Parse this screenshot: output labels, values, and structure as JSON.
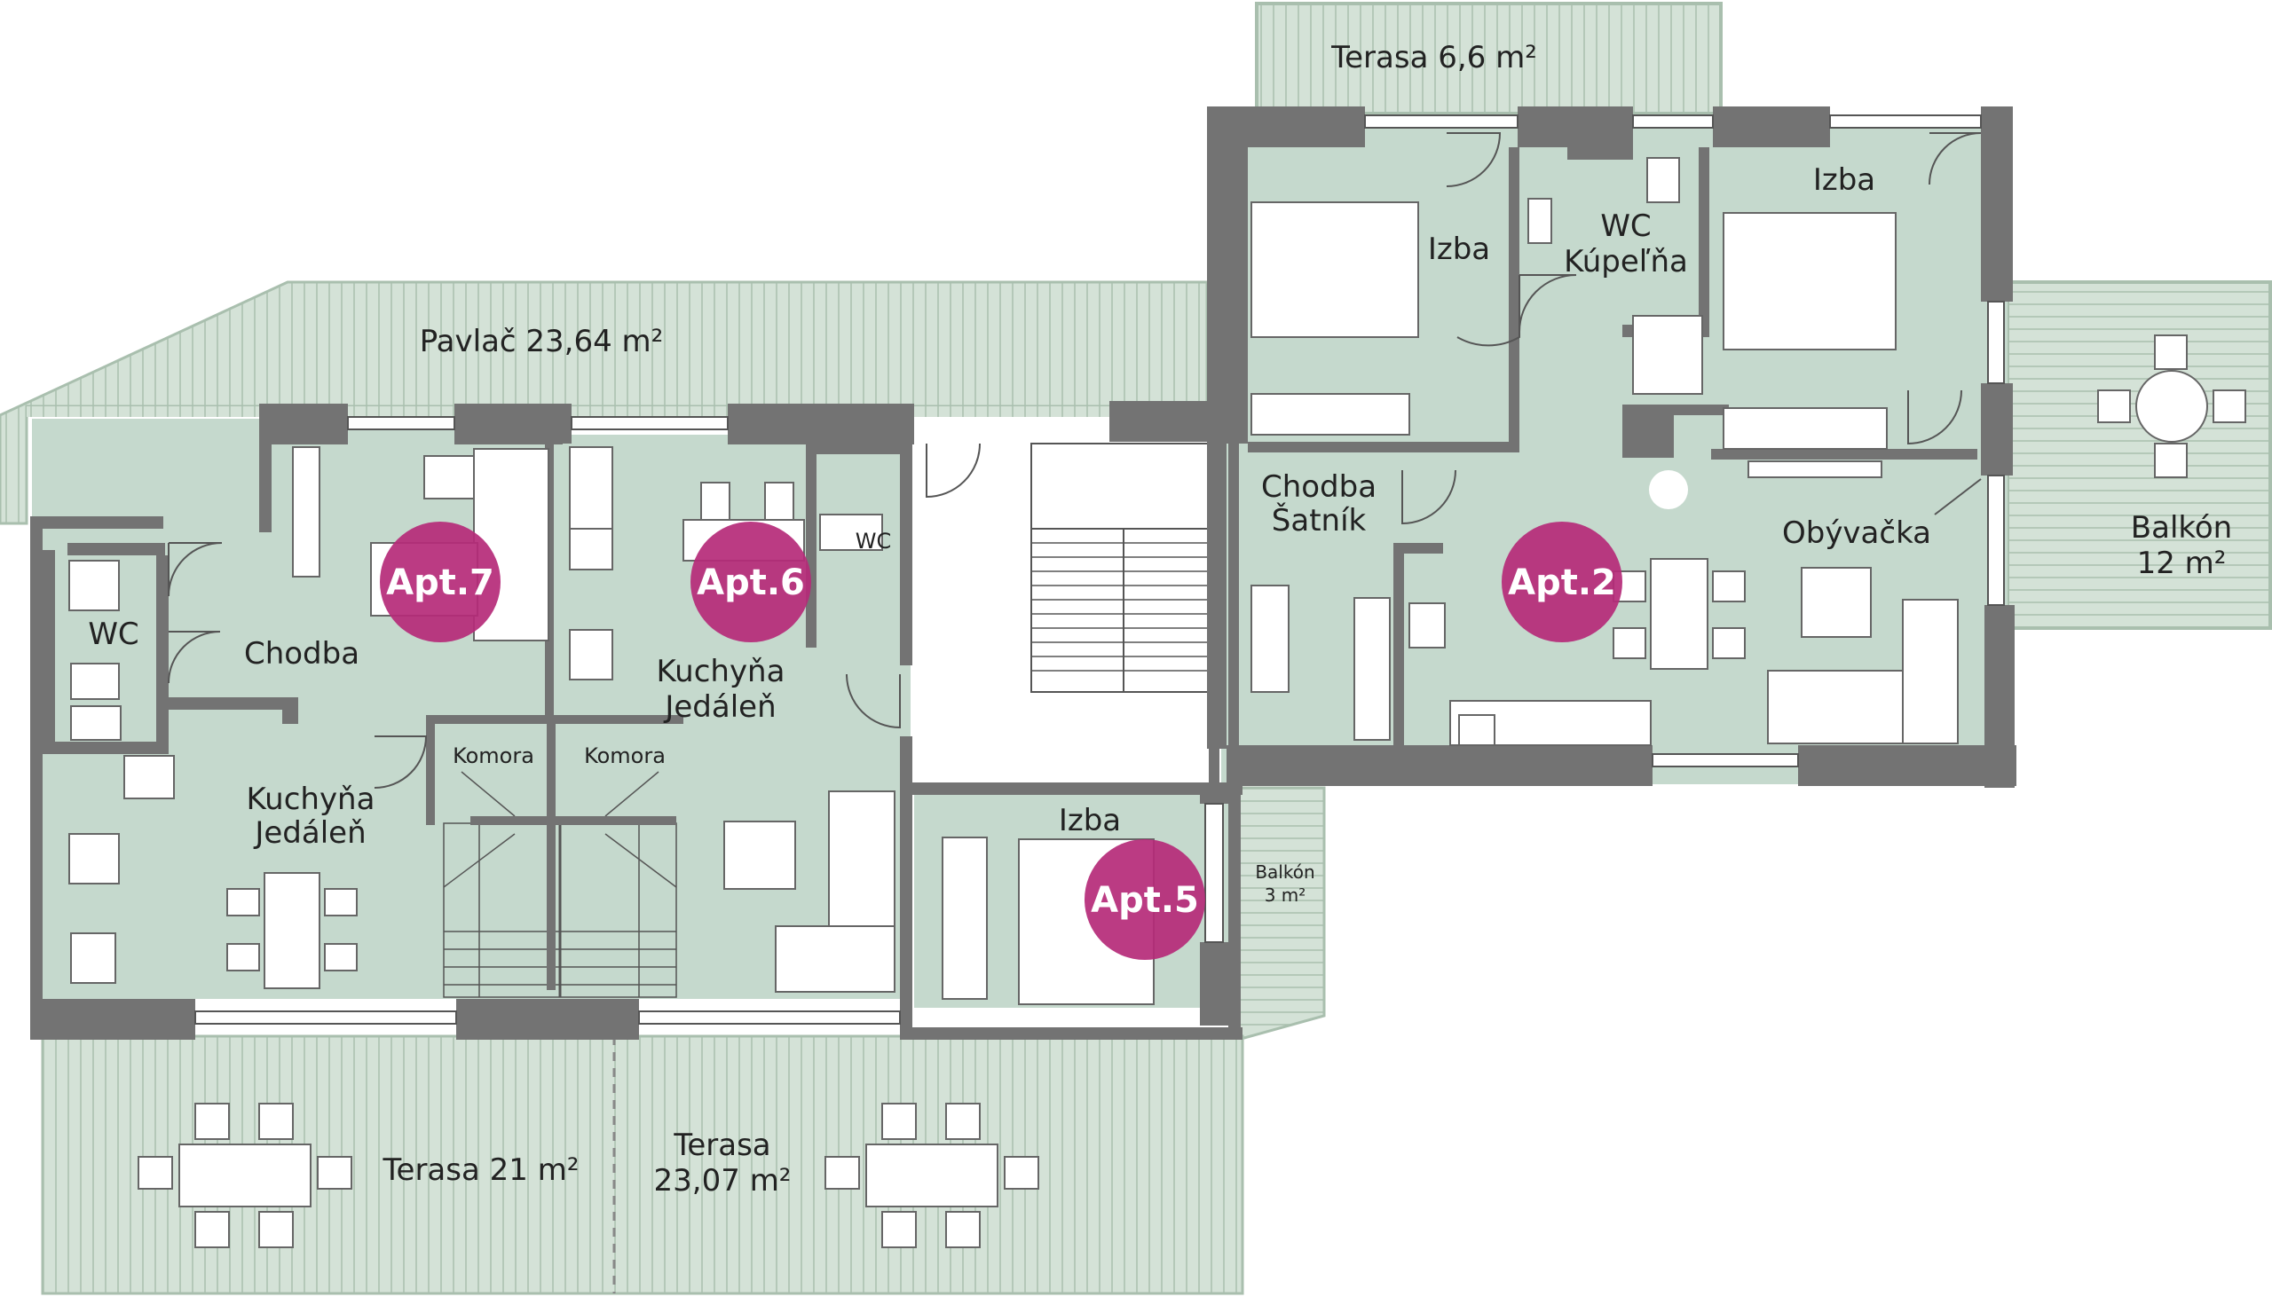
{
  "colors": {
    "floor": "#c5d9cd",
    "wall": "#737373",
    "terrace": "#d4e2d7",
    "terrace_hatch": "#a9bfae",
    "stair_area": "#ffffff",
    "badge": "#b52a78",
    "furniture": "#ffffff"
  },
  "apartments": [
    {
      "id": "apt7",
      "label": "Apt.7"
    },
    {
      "id": "apt6",
      "label": "Apt.6"
    },
    {
      "id": "apt2",
      "label": "Apt.2"
    },
    {
      "id": "apt5",
      "label": "Apt.5"
    }
  ],
  "rooms": {
    "terasa_top": {
      "line1": "Terasa 6,6 m²"
    },
    "pavlac": {
      "line1": "Pavlač 23,64 m²"
    },
    "izba_a2_left": {
      "line1": "Izba"
    },
    "wc_kupelna": {
      "line1": "WC",
      "line2": "Kúpeľňa"
    },
    "izba_a2_right": {
      "line1": "Izba"
    },
    "balkon_12": {
      "line1": "Balkón",
      "line2": "12 m²"
    },
    "chodba_satnik": {
      "line1": "Chodba",
      "line2": "Šatník"
    },
    "obyvacka": {
      "line1": "Obývačka"
    },
    "wc_a7": {
      "line1": "WC"
    },
    "chodba_a7": {
      "line1": "Chodba"
    },
    "kuchyna_a7": {
      "line1": "Kuchyňa",
      "line2": "Jedáleň"
    },
    "wc_a6": {
      "line1": "WC"
    },
    "kuchyna_a6": {
      "line1": "Kuchyňa",
      "line2": "Jedáleň"
    },
    "komora_a7": {
      "line1": "Komora"
    },
    "komora_a6": {
      "line1": "Komora"
    },
    "izba_a5": {
      "line1": "Izba"
    },
    "balkon_3": {
      "line1": "Balkón",
      "line2": "3 m²"
    },
    "terasa_21": {
      "line1": "Terasa 21 m²"
    },
    "terasa_2307": {
      "line1": "Terasa",
      "line2": "23,07 m²"
    }
  }
}
